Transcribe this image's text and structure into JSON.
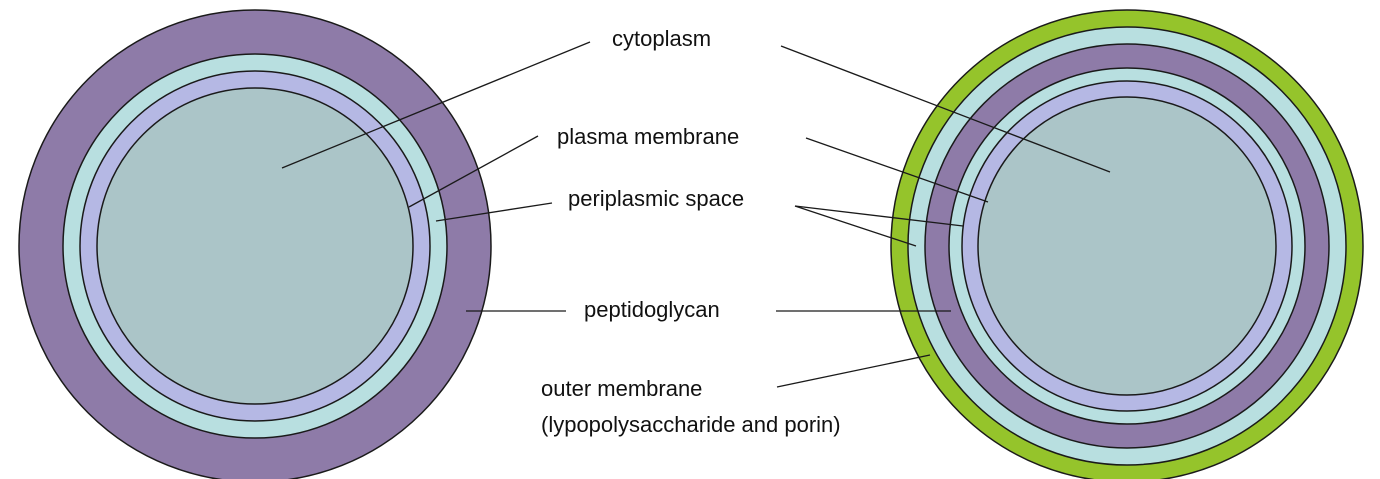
{
  "labels": {
    "cytoplasm": "cytoplasm",
    "plasma_membrane": "plasma membrane",
    "periplasmic_space": "periplasmic space",
    "peptidoglycan": "peptidoglycan",
    "outer_membrane": "outer membrane",
    "outer_membrane_detail": "(lypopolysaccharide and porin)"
  },
  "colors": {
    "peptidoglycan": "#8e7ba8",
    "periplasmic_space": "#b8dfe0",
    "plasma_membrane": "#b5b8e4",
    "cytoplasm": "#abc5c8",
    "outer_membrane": "#95c42b",
    "outline": "#1a1a1a",
    "leader_line": "#1a1a1a"
  }
}
